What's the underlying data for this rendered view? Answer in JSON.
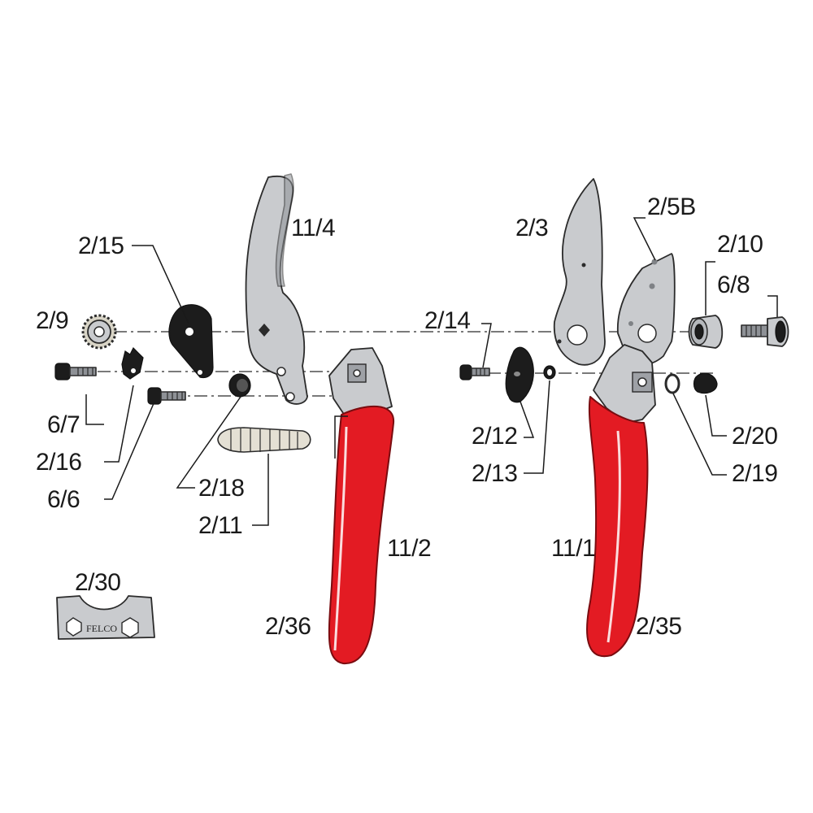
{
  "labels": {
    "l_11_4": "11/4",
    "l_2_15": "2/15",
    "l_2_9": "2/9",
    "l_6_7": "6/7",
    "l_2_16": "2/16",
    "l_6_6": "6/6",
    "l_2_18": "2/18",
    "l_2_11": "2/11",
    "l_11_2": "11/2",
    "l_2_36": "2/36",
    "l_2_30": "2/30",
    "l_2_3": "2/3",
    "l_2_5B": "2/5B",
    "l_2_10": "2/10",
    "l_6_8": "6/8",
    "l_2_14": "2/14",
    "l_2_12": "2/12",
    "l_2_13": "2/13",
    "l_2_20": "2/20",
    "l_2_19": "2/19",
    "l_11_1": "11/1",
    "l_2_35": "2/35"
  },
  "brand_mark": "FELCO",
  "colors": {
    "handle_red": "#e31b23",
    "metal": "#c9cbce",
    "dark_part": "#1c1c1c"
  }
}
